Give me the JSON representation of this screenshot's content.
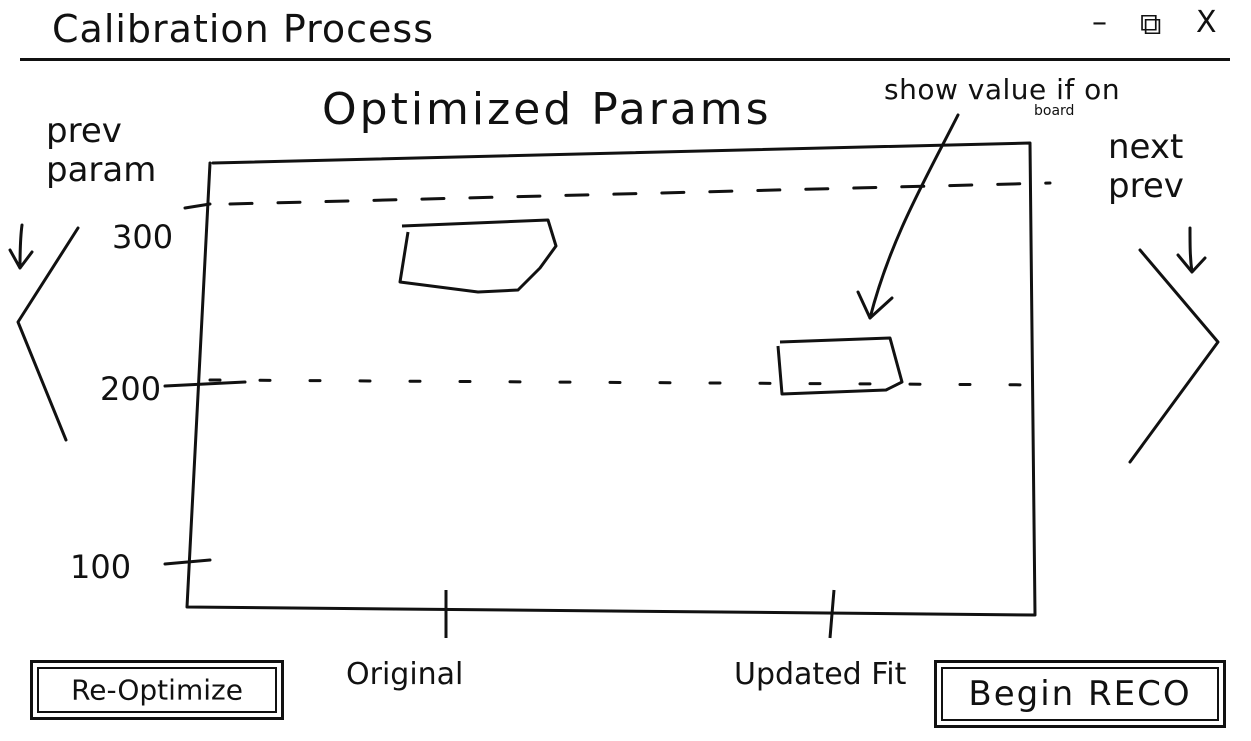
{
  "window": {
    "title": "Calibration Process",
    "controls": {
      "minimize": "–",
      "maximize": "⧉",
      "close": "X"
    }
  },
  "chart_data": {
    "type": "bar",
    "title": "Optimized Params",
    "categories": [
      "Original",
      "Updated Fit"
    ],
    "y_ticks": [
      "300",
      "200",
      "100"
    ],
    "ylim": [
      100,
      300
    ],
    "legend": "none",
    "grid": false
  },
  "annotation": {
    "text": "show value if on",
    "subtext": "board"
  },
  "nav": {
    "prev_line1": "prev",
    "prev_line2": "param",
    "next_line1": "next",
    "next_line2": "prev"
  },
  "buttons": {
    "reoptimize": "Re-Optimize",
    "begin_reco": "Begin RECO"
  }
}
